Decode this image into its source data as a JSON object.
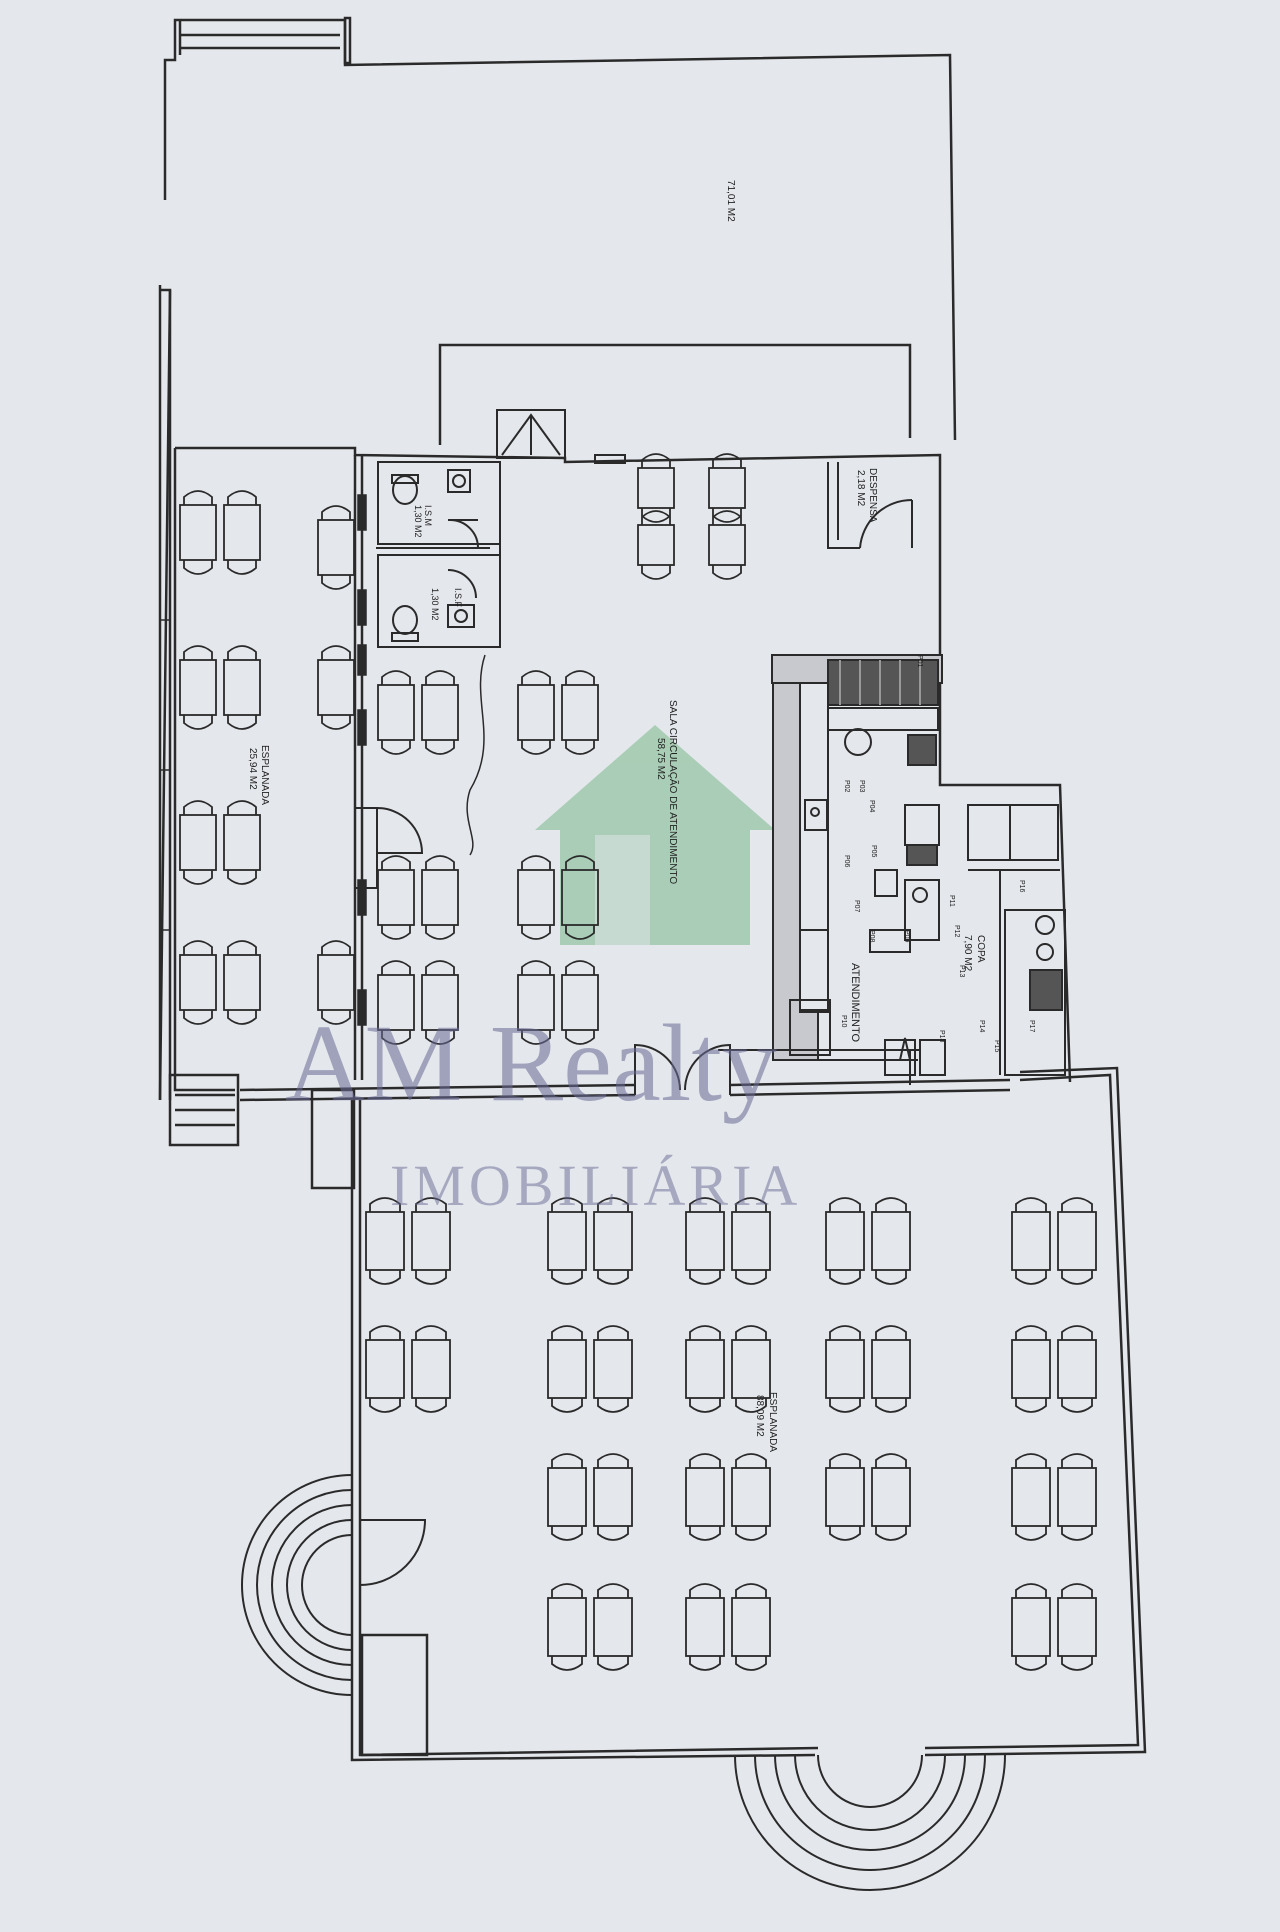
{
  "plan": {
    "areas": {
      "outdoor_top": "71,01 M2",
      "esplanada_left_name": "ESPLANADA",
      "esplanada_left_area": "25,94 M2",
      "sala_name": "SALA CIRCULAÇÃO DE ATENDIMENTO",
      "sala_area": "58,75 M2",
      "esplanada_bottom_name": "ESPLANADA",
      "esplanada_bottom_area": "88,09 M2",
      "despensa_name": "DESPENSA",
      "despensa_area": "2,18 M2",
      "copa_name": "COPA",
      "copa_area": "7,90 M2",
      "atendimento": "ATENDIMENTO",
      "is_m": "I.S.M",
      "is_m_area": "1,30 M2",
      "is_f": "I.S.F",
      "is_f_area": "1,30 M2"
    },
    "equipment_tags": [
      "P01",
      "P02",
      "P03",
      "P04",
      "P05",
      "P06",
      "P07",
      "P08",
      "P09",
      "P10",
      "P11",
      "P12",
      "P13",
      "P14",
      "P15",
      "P16",
      "P17",
      "P18"
    ]
  },
  "watermark": {
    "brand": "AM Realty",
    "sub": "IMOBILIÁRIA",
    "color_text": "#6a6b96",
    "color_house": "#7ab88a"
  },
  "colors": {
    "paper": "#e4e7ec",
    "line": "#2a2a2a"
  }
}
